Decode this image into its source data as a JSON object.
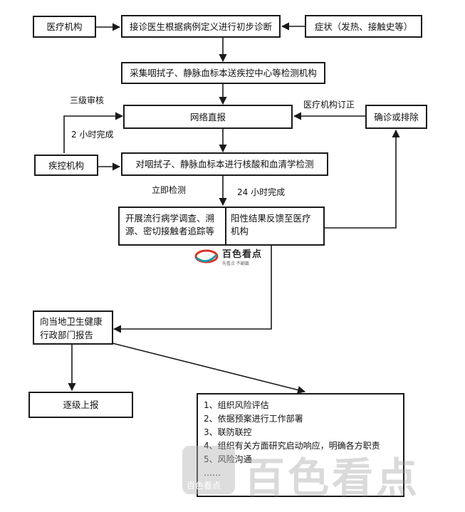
{
  "nodes": {
    "medical_institution": "医疗机构",
    "initial_diagnosis": "接诊医生根据病例定义进行初步诊断",
    "symptoms": "症状（发热、接触史等）",
    "sample_collection": "采集咽拭子、静脉血标本送疾控中心等检测机构",
    "network_report": "网络直报",
    "confirm_or_exclude": "确诊或排除",
    "cdc": "疾控机构",
    "nucleic_test": "对咽拭子、静脉血标本进行核酸和血清学检测",
    "epidemiology_line1": "开展流行病学调查、溯",
    "epidemiology_line2": "源、密切接触者追踪等",
    "positive_feedback_line1": "阳性结果反馈至医疗",
    "positive_feedback_line2": "机构",
    "report_health_dept_line1": "向当地卫生健康",
    "report_health_dept_line2": "行政部门报告",
    "escalate_report": "逐级上报"
  },
  "edge_labels": {
    "three_level_review": "三级审核",
    "two_hours": "2 小时完成",
    "institution_correction": "医疗机构订正",
    "immediate_test": "立即检测",
    "twenty_four_hours": "24 小时完成"
  },
  "actions": [
    "1、组织风险评估",
    "2、依据预案进行工作部署",
    "3、联防联控",
    "4、组织有关方面研究启动响应，明确各方职责",
    "5、风险沟通",
    "……"
  ],
  "watermark": {
    "logo_text": "百色看点",
    "logo_sub": "先看点 不翻篇",
    "big_text": "百色看点",
    "badge_text": "百色看点"
  },
  "colors": {
    "line": "#1a1a1a",
    "logo_red": "#d9322b",
    "logo_teal": "#1c9aa6"
  }
}
